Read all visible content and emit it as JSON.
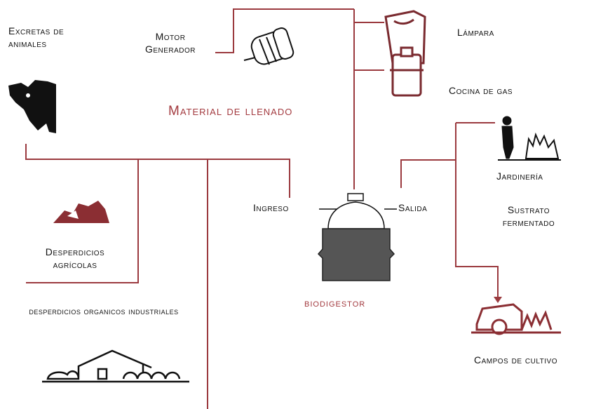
{
  "colors": {
    "accent": "#a33a3f",
    "line": "#9b3a3f",
    "ink": "#111111",
    "tank_fill": "#555555"
  },
  "labels": {
    "excretas": "Excretas de animales",
    "motor": "Motor Generador",
    "lampara": "Lámpara",
    "cocina": "Cocina de gas",
    "material": "Material de llenado",
    "jardineria": "Jardinería",
    "ingreso": "Ingreso",
    "salida": "Salida",
    "sustrato": "Sustrato fermentado",
    "desperdicios_agricolas": "Desperdicios agrícolas",
    "desperdicios_industriales": "desperdicios organicos industriales",
    "biodigestor": "biodigestor",
    "campos": "Campos de cultivo"
  },
  "icons": [
    "cow-icon",
    "motor-generator-icon",
    "lamp-icon",
    "gas-stove-icon",
    "gardener-icon",
    "agricultural-waste-icon",
    "factory-icon",
    "biodigester-tank-icon",
    "crop-field-icon"
  ]
}
